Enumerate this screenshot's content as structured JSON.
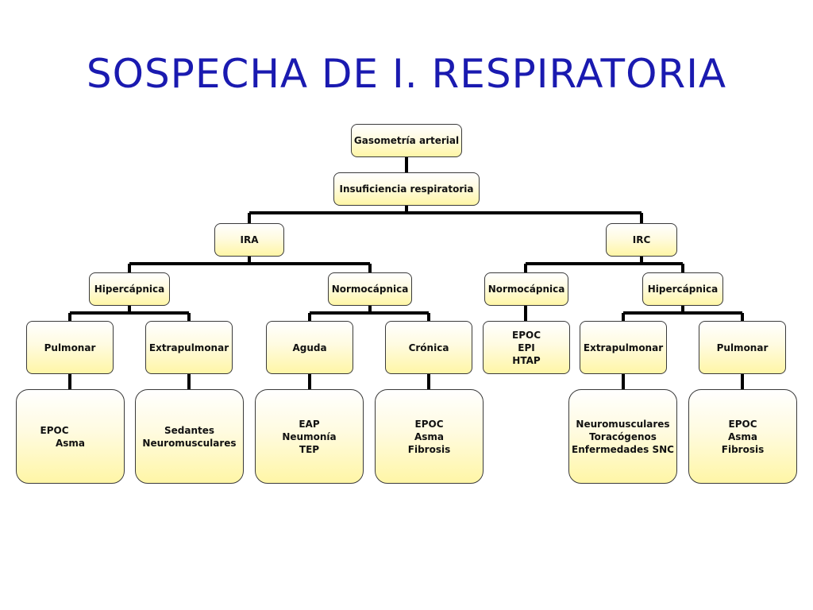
{
  "title": "SOSPECHA DE I. RESPIRATORIA",
  "colors": {
    "title": "#1a1ab0",
    "line": "#000000",
    "box_border": "#3a3a3a",
    "box_fill_top": "#ffffff",
    "box_fill_bottom": "#fff6a6"
  },
  "nodes": {
    "gasometria": "Gasometría arterial",
    "insuficiencia": "Insuficiencia respiratoria",
    "ira": "IRA",
    "irc": "IRC",
    "ira_hipercapnica": "Hipercápnica",
    "ira_normocapnica": "Normocápnica",
    "irc_normocapnica": "Normocápnica",
    "irc_hipercapnica": "Hipercápnica",
    "ira_hiper_pulmonar": "Pulmonar",
    "ira_hiper_extrapulmonar": "Extrapulmonar",
    "ira_normo_aguda": "Aguda",
    "ira_normo_cronica": "Crónica",
    "irc_normo_causas": [
      "EPOC",
      "EPI",
      "HTAP"
    ],
    "irc_hiper_extrapulmonar": "Extrapulmonar",
    "irc_hiper_pulmonar": "Pulmonar",
    "leaf_pulmonar_ira": [
      "EPOC",
      "Asma"
    ],
    "leaf_extrapulmonar_ira": [
      "Sedantes",
      "Neuromusculares"
    ],
    "leaf_aguda": [
      "EAP",
      "Neumonía",
      "TEP"
    ],
    "leaf_cronica": [
      "EPOC",
      "Asma",
      "Fibrosis"
    ],
    "leaf_extrapulmonar_irc": [
      "Neuromusculares",
      "Toracógenos",
      "Enfermedades SNC"
    ],
    "leaf_pulmonar_irc": [
      "EPOC",
      "Asma",
      "Fibrosis"
    ]
  }
}
